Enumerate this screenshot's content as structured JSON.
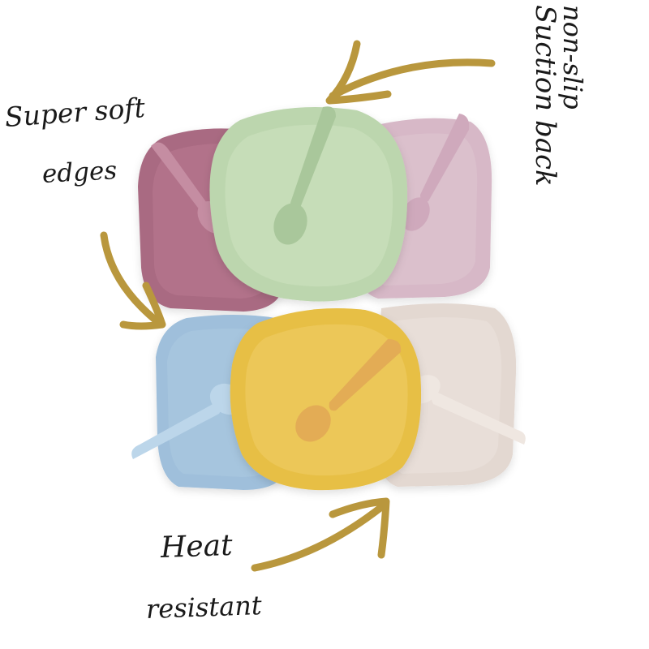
{
  "callouts": {
    "soft_line1": "Super soft",
    "soft_line2": "edges",
    "slip_line1": "non-slip",
    "slip_line2": "Suction back",
    "heat_line1": "Heat",
    "heat_line2": "resistant"
  },
  "colors": {
    "background": "#ffffff",
    "arrow_gold": "#b9973d",
    "plate_mauve": "#a96a82",
    "plate_sage": "#bcd6ae",
    "plate_lilac": "#d7b8c7",
    "plate_blue": "#9fbfdb",
    "plate_mustard": "#e7bf45",
    "plate_cream": "#e3d8d1",
    "text_ink": "#1a1a1a"
  },
  "products": [
    {
      "name": "mauve suction plate with spoon",
      "color": "plate_mauve"
    },
    {
      "name": "sage suction plate with spoon",
      "color": "plate_sage"
    },
    {
      "name": "lilac suction plate with spoon",
      "color": "plate_lilac"
    },
    {
      "name": "blue suction plate with spoon",
      "color": "plate_blue"
    },
    {
      "name": "mustard suction plate with spoon",
      "color": "plate_mustard"
    },
    {
      "name": "cream suction plate with spoon",
      "color": "plate_cream"
    }
  ]
}
